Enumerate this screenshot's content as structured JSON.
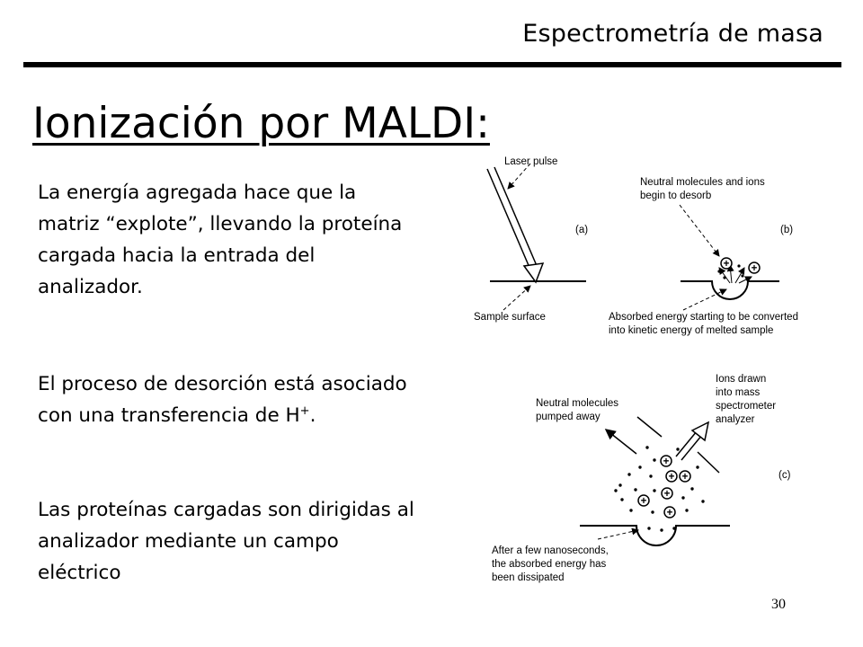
{
  "header": {
    "title": "Espectrometría de masa"
  },
  "slide": {
    "title": "Ionización por MALDI:"
  },
  "paragraphs": {
    "p1": "La energía agregada hace que la\nmatriz “explote”, llevando la proteína\ncargada hacia la entrada del\nanalizador.",
    "p2_main": "El proceso de desorción está asociado\ncon una transferencia de H",
    "p2_sup": "+",
    "p2_end": ".",
    "p3": "Las proteínas cargadas son dirigidas al\nanalizador mediante un campo\neléctrico"
  },
  "diagram": {
    "panel_a": {
      "tag": "(a)",
      "laser_label": "Laser pulse",
      "surface_label": "Sample surface"
    },
    "panel_b": {
      "tag": "(b)",
      "desorb_label_1": "Neutral molecules and ions",
      "desorb_label_2": "begin to desorb",
      "energy_label_1": "Absorbed energy starting to be converted",
      "energy_label_2": "into kinetic energy of melted sample"
    },
    "panel_c": {
      "tag": "(c)",
      "neutral_label_1": "Neutral molecules",
      "neutral_label_2": "pumped away",
      "ions_label_1": "Ions drawn",
      "ions_label_2": "into mass",
      "ions_label_3": "spectrometer",
      "ions_label_4": "analyzer",
      "dissipated_label_1": "After a few nanoseconds,",
      "dissipated_label_2": "the absorbed energy has",
      "dissipated_label_3": "been dissipated"
    },
    "ion_symbol": "+"
  },
  "footer": {
    "page_number": "30"
  }
}
